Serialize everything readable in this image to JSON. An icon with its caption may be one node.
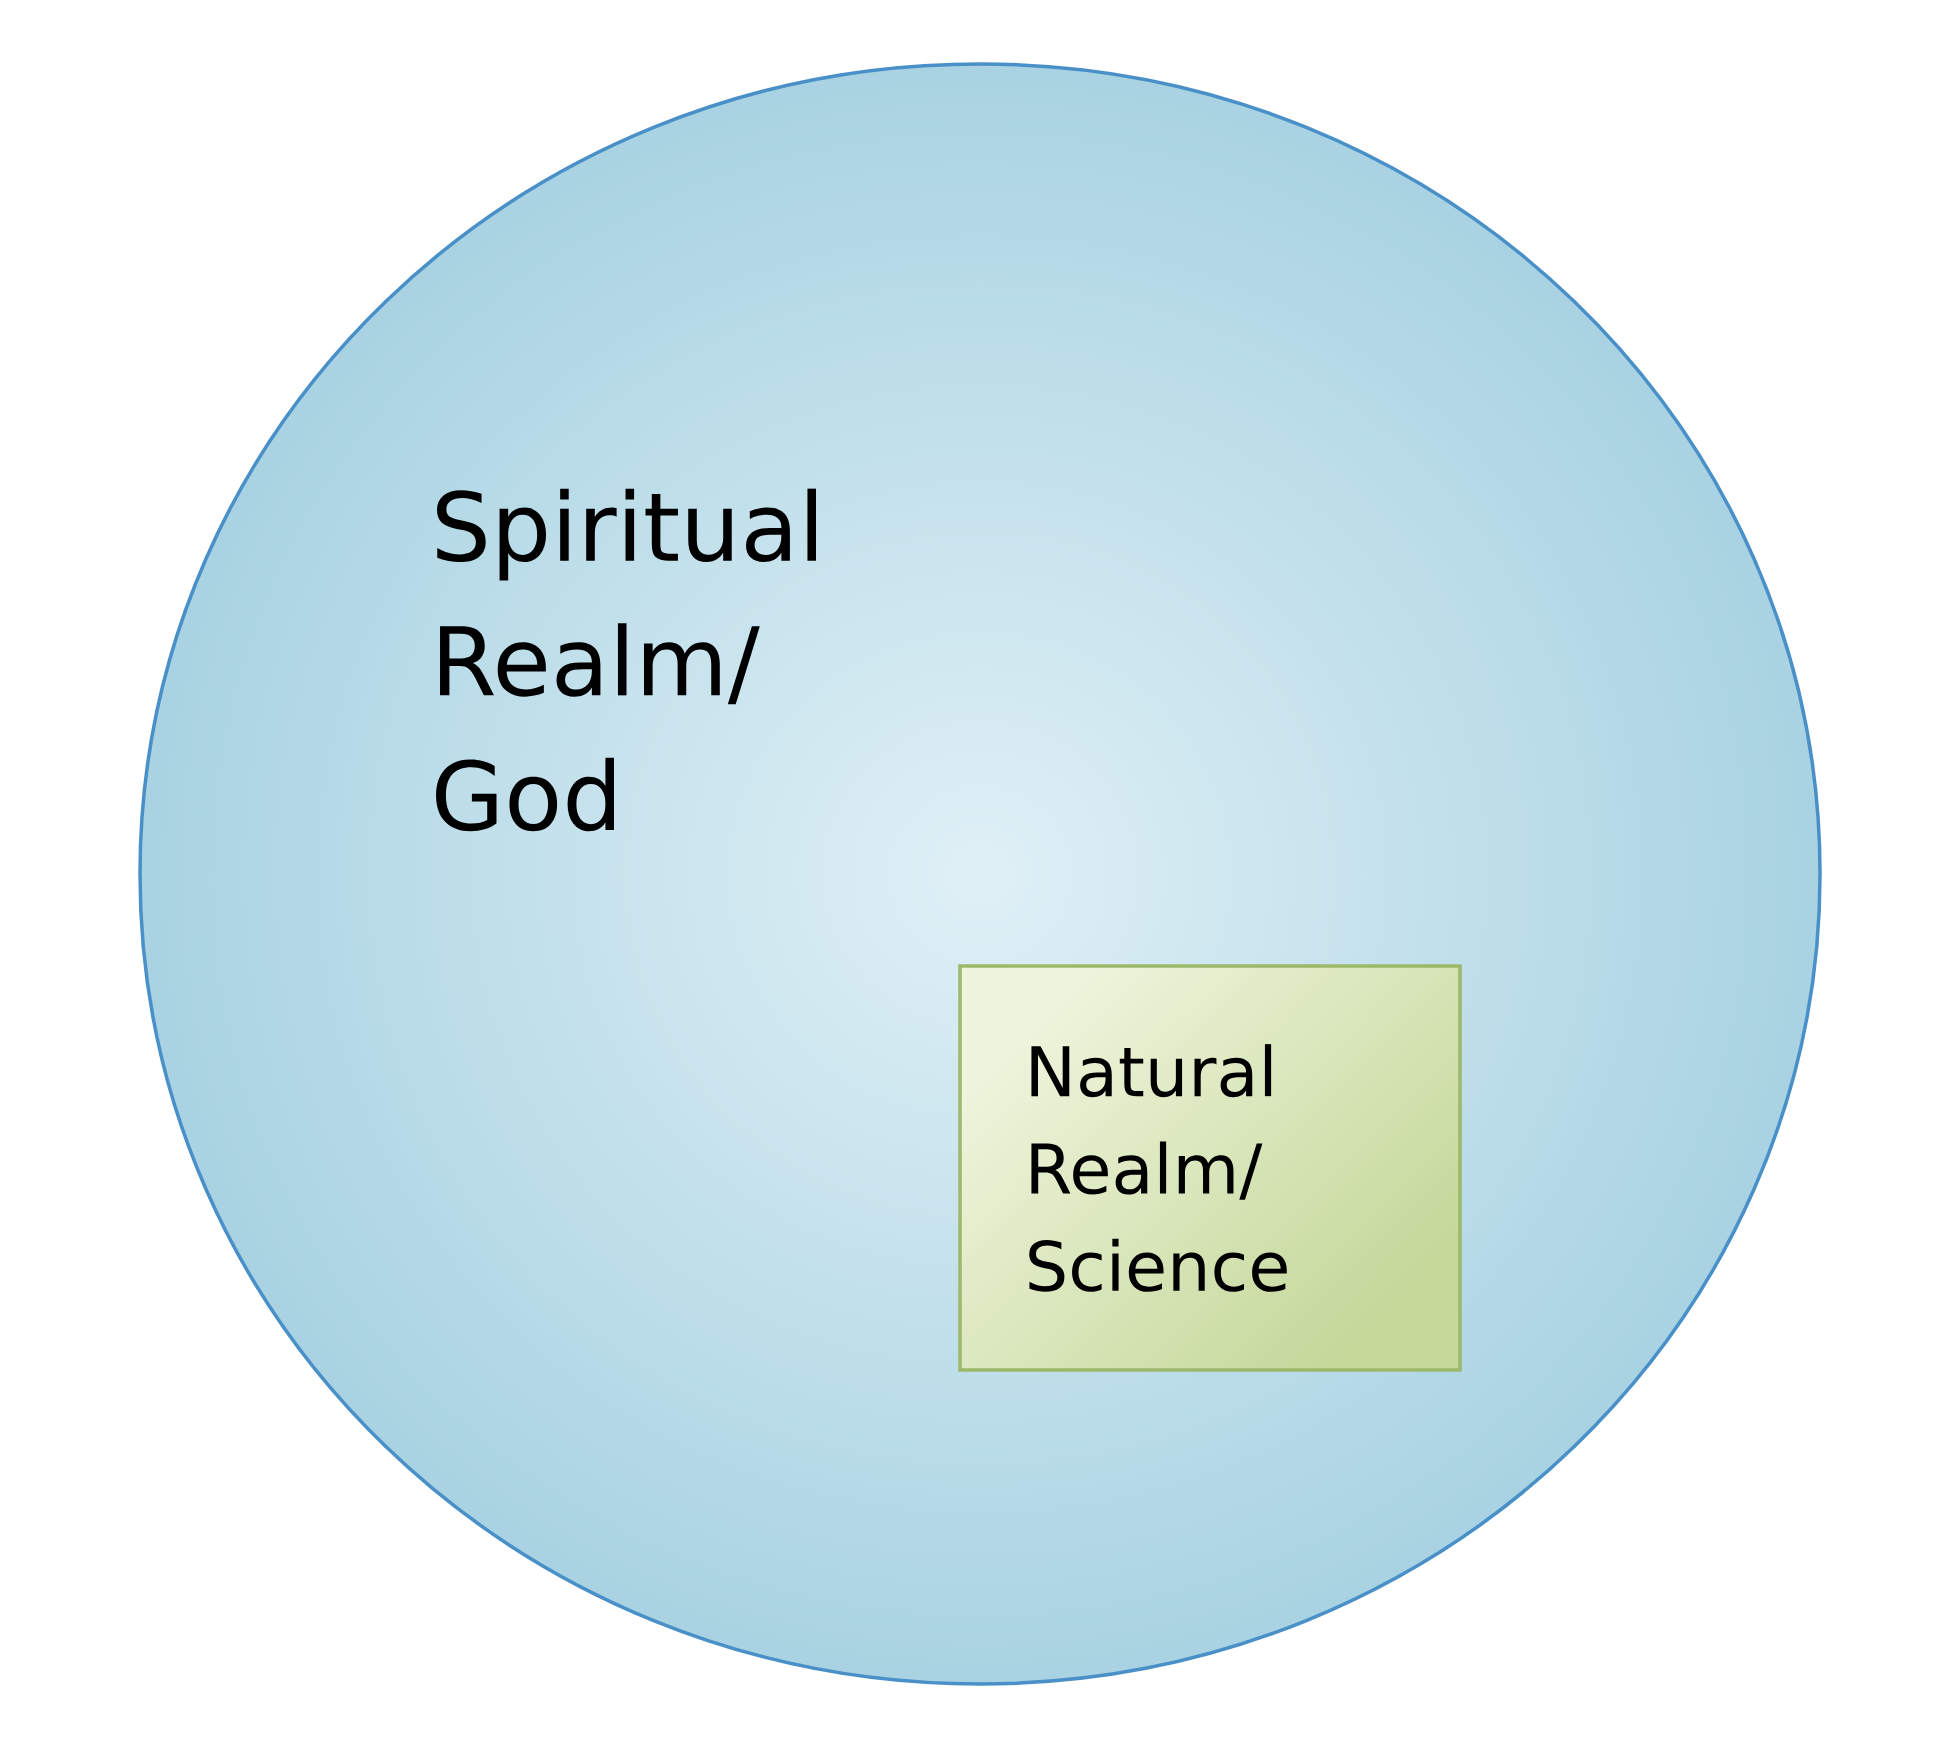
{
  "diagram": {
    "nodes": [
      {
        "text": [
          "Spiritual Realm/ God"
        ]
      },
      {
        "text": [
          "Natural Realm/ Science"
        ],
        "in": 0
      }
    ]
  }
}
